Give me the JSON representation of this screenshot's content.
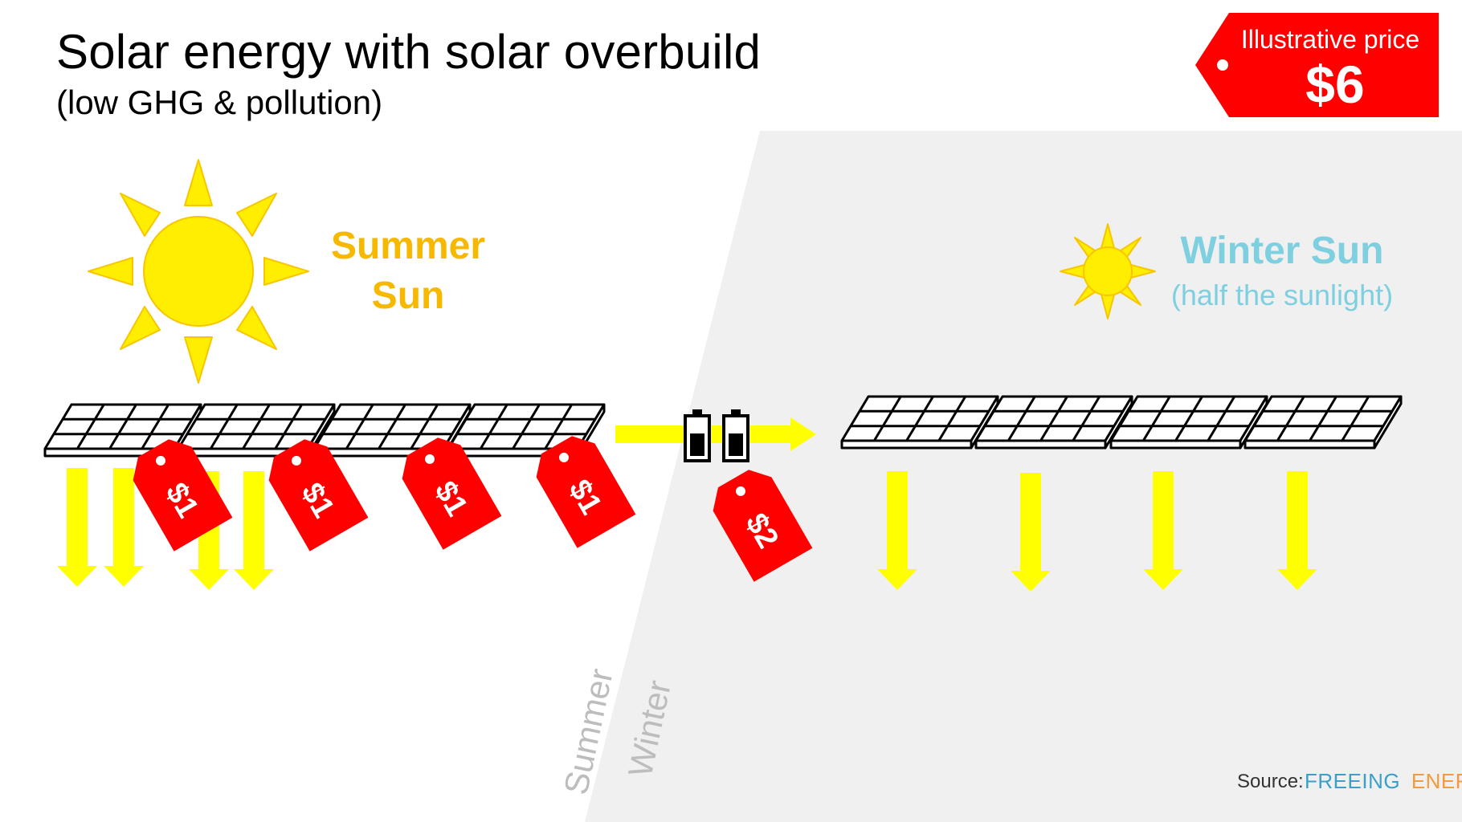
{
  "header": {
    "title": "Solar energy with solar overbuild",
    "subtitle": "(low GHG & pollution)"
  },
  "price_tag": {
    "label": "Illustrative price",
    "value": "$6",
    "color": "#ff0000"
  },
  "summer": {
    "sun_label_line1": "Summer",
    "sun_label_line2": "Sun",
    "color": "#f7b800",
    "panel_count": 4,
    "arrow_count": 4,
    "panel_price": "$1"
  },
  "winter": {
    "sun_label": "Winter Sun",
    "sun_note": "(half the sunlight)",
    "color": "#7ecfe0",
    "panel_count": 4,
    "arrow_count": 4
  },
  "storage": {
    "battery_count": 2,
    "price": "$2"
  },
  "season_labels": {
    "summer": "Summer",
    "winter": "Winter"
  },
  "source": {
    "label": "Source:",
    "brand_part1": "FREEING",
    "brand_part2": "ENERGY",
    "brand_color1": "#3aa0c8",
    "brand_color2": "#f39a3c"
  },
  "colors": {
    "sun_yellow": "#ffee00",
    "arrow_yellow": "#ffff00",
    "tag_red": "#ff0000",
    "winter_bg": "#f0f0f0",
    "season_label": "#bdbdbd"
  }
}
